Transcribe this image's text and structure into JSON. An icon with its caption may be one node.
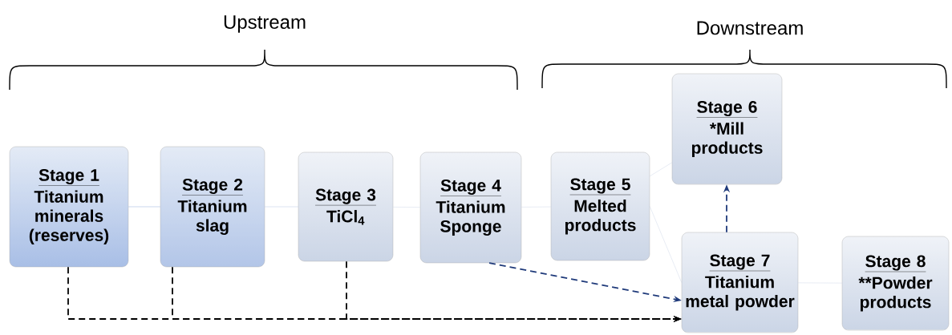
{
  "diagram": {
    "nodes": [
      {
        "text": [
          "Stage 1",
          "Titanium minerals (reserves)"
        ]
      },
      {
        "text": [
          "Stage 2",
          "Titanium slag"
        ]
      },
      {
        "text": [
          "Stage 3",
          "TiCl$_{4}$"
        ]
      },
      {
        "text": [
          "Stage 4",
          "Titanium Sponge"
        ]
      },
      {
        "text": [
          "Stage 5",
          "Melted products"
        ]
      },
      {
        "text": [
          "Stage 6",
          "*Mill products"
        ]
      },
      {
        "text": [
          "Stage 7",
          "Titanium metal powder"
        ]
      },
      {
        "text": [
          "Stage 8",
          "**Powder products"
        ]
      }
    ],
    "edges": [
      {
        "from": 0,
        "to": 1,
        "arrow": "none",
        "color": "#7f9fd4"
      },
      {
        "from": 1,
        "to": 2,
        "arrow": "none",
        "color": "#a9bde0"
      },
      {
        "from": 2,
        "to": 3,
        "arrow": "none"
      },
      {
        "from": 3,
        "to": 4,
        "arrow": "none"
      },
      {
        "from": 4,
        "to": 5,
        "arrow": "none"
      },
      {
        "from": 4,
        "to": 6,
        "arrow": "none"
      },
      {
        "from": 6,
        "to": 7,
        "arrow": "none"
      },
      {
        "from": 6,
        "to": 5,
        "arrow": "to",
        "style": "dashed",
        "color": "#1f3a7a"
      },
      {
        "from": 3,
        "to": 6,
        "arrow": "to",
        "style": "dashed",
        "color": "#1f3a7a"
      },
      {
        "from": 0,
        "to": 6,
        "arrow": "to",
        "style": "dashed",
        "color": "#000000"
      },
      {
        "from": 1,
        "to": 6,
        "arrow": "to",
        "style": "dashed",
        "color": "#000000"
      },
      {
        "from": 2,
        "to": 6,
        "arrow": "to",
        "style": "dashed",
        "color": "#000000"
      }
    ],
    "labels": [
      "Upstream",
      "Downstream"
    ]
  }
}
